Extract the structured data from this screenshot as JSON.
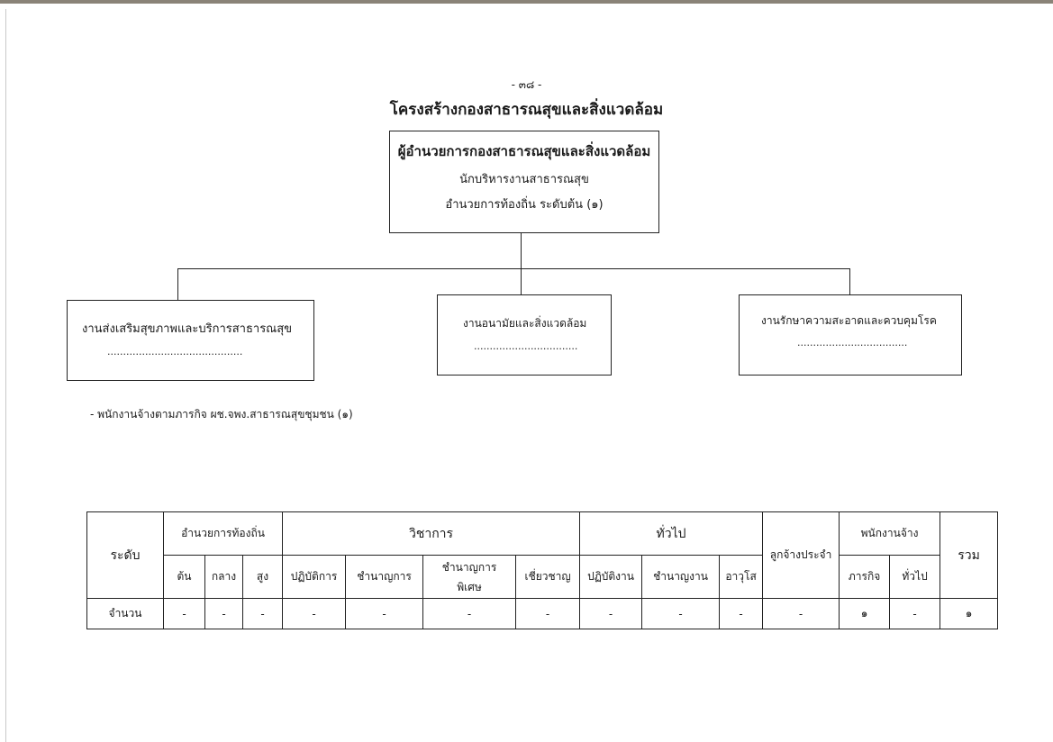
{
  "page_number": "- ๓๘ -",
  "title": "โครงสร้างกองสาธารณสุขและสิ่งแวดล้อม",
  "head": {
    "position": "ผู้อำนวยการกองสาธารณสุขและสิ่งแวดล้อม",
    "job": "นักบริหารงานสาธารณสุข",
    "level": "อำนวยการท้องถิ่น  ระดับต้น (๑)"
  },
  "units": [
    {
      "name": "งานส่งเสริมสุขภาพและบริการสาธารณสุข",
      "dots": "..........................................."
    },
    {
      "name": "งานอนามัยและสิ่งแวดล้อม",
      "dots": "................................."
    },
    {
      "name": "งานรักษาความสะอาดและควบคุมโรค",
      "dots": "..................................."
    }
  ],
  "note": "-  พนักงานจ้างตามภารกิจ ผช.จพง.สาธารณสุขชุมชน (๑)",
  "table": {
    "level_header": "ระดับ",
    "groups": {
      "local_admin": "อำนวยการท้องถิ่น",
      "academic": "วิชาการ",
      "general": "ทั่วไป",
      "perm_employee": "ลูกจ้างประจำ",
      "employee": "พนักงานจ้าง",
      "total": "รวม"
    },
    "subheaders": {
      "local_admin": [
        "ต้น",
        "กลาง",
        "สูง"
      ],
      "academic": [
        "ปฏิบัติการ",
        "ชำนาญการ",
        "ชำนาญการ\nพิเศษ",
        "เชี่ยวชาญ"
      ],
      "general": [
        "ปฏิบัติงาน",
        "ชำนาญงาน",
        "อาวุโส"
      ],
      "employee": [
        "ภารกิจ",
        "ทั่วไป"
      ]
    },
    "row_label": "จำนวน",
    "values": [
      "-",
      "-",
      "-",
      "-",
      "-",
      "-",
      "-",
      "-",
      "-",
      "-",
      "-",
      "๑",
      "-",
      "๑"
    ]
  }
}
